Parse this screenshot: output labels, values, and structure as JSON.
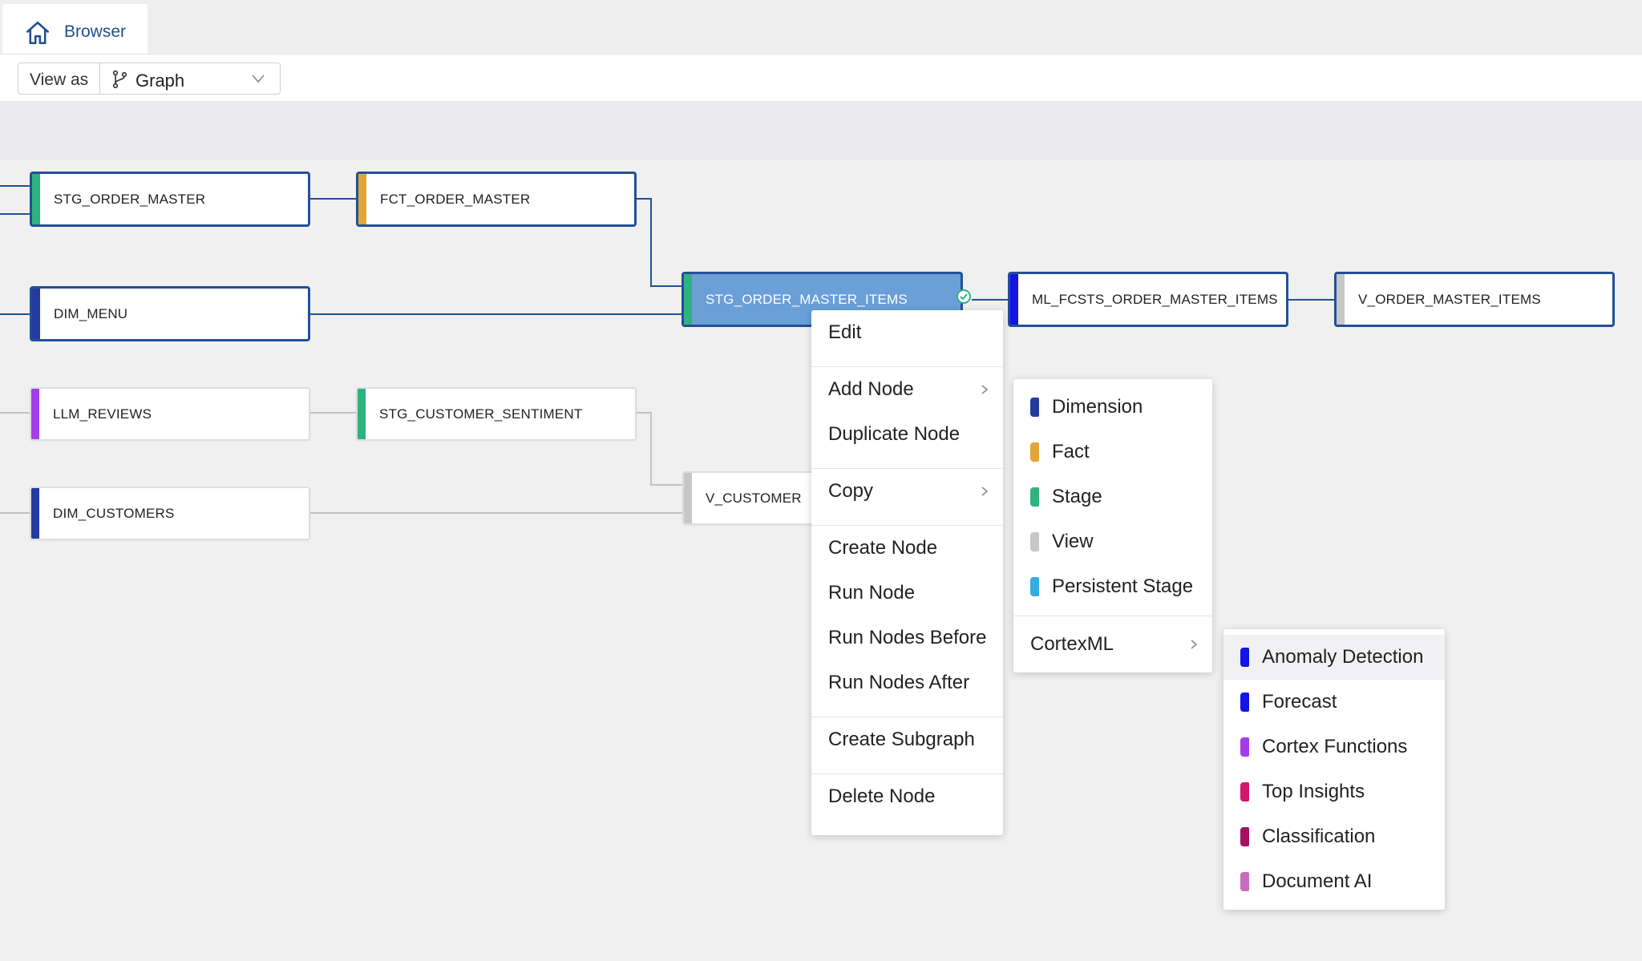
{
  "tab": {
    "label": "Browser",
    "icon": "home-icon"
  },
  "toolbar": {
    "view_as_label": "View as",
    "view_value": "Graph",
    "view_icon": "branch-icon"
  },
  "colors": {
    "stage": "#2fb27e",
    "fact": "#e0a638",
    "dimension": "#233a9e",
    "view": "#c7c7c7",
    "persistent_stage": "#30aee0",
    "cortex_blue": "#1414e6",
    "cortex_functions": "#a43de8",
    "top_insights": "#d3186e",
    "classification": "#a31263",
    "document_ai": "#c86cbd",
    "selected_border": "#244f96",
    "active_node": "#6a9fd8",
    "success": "#2fb27e"
  },
  "nodes": [
    {
      "id": "stg_order_master",
      "label": "STG_ORDER_MASTER",
      "type": "stage"
    },
    {
      "id": "fct_order_master",
      "label": "FCT_ORDER_MASTER",
      "type": "fact"
    },
    {
      "id": "dim_menu",
      "label": "DIM_MENU",
      "type": "dimension"
    },
    {
      "id": "stg_order_master_items",
      "label": "STG_ORDER_MASTER_ITEMS",
      "type": "stage",
      "active": true,
      "status": "success"
    },
    {
      "id": "ml_fcsts",
      "label": "ML_FCSTS_ORDER_MASTER_ITEMS",
      "type": "cortex_blue"
    },
    {
      "id": "v_order_master_items",
      "label": "V_ORDER_MASTER_ITEMS",
      "type": "view"
    },
    {
      "id": "llm_reviews",
      "label": "LLM_REVIEWS",
      "type": "cortex_functions"
    },
    {
      "id": "stg_customer_sentiment",
      "label": "STG_CUSTOMER_SENTIMENT",
      "type": "stage"
    },
    {
      "id": "v_customer",
      "label": "V_CUSTOMER",
      "type": "view"
    },
    {
      "id": "dim_customers",
      "label": "DIM_CUSTOMERS",
      "type": "dimension"
    }
  ],
  "context_menu": {
    "items": [
      "Edit",
      "Add Node",
      "Duplicate Node",
      "Copy",
      "Create Node",
      "Run Node",
      "Run Nodes Before",
      "Run Nodes After",
      "Create Subgraph",
      "Delete Node"
    ]
  },
  "add_node_menu": {
    "items": [
      "Dimension",
      "Fact",
      "Stage",
      "View",
      "Persistent Stage",
      "CortexML"
    ]
  },
  "cortexml_menu": {
    "items": [
      "Anomaly Detection",
      "Forecast",
      "Cortex Functions",
      "Top Insights",
      "Classification",
      "Document AI"
    ]
  }
}
